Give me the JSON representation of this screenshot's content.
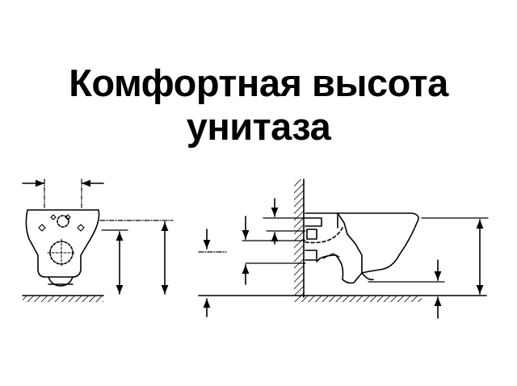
{
  "title": {
    "line1": "Комфортная высота",
    "line2": "унитаза"
  },
  "colors": {
    "background": "#ffffff",
    "ink": "#000000"
  },
  "drawings": [
    "toilet-front-view",
    "toilet-side-view"
  ]
}
